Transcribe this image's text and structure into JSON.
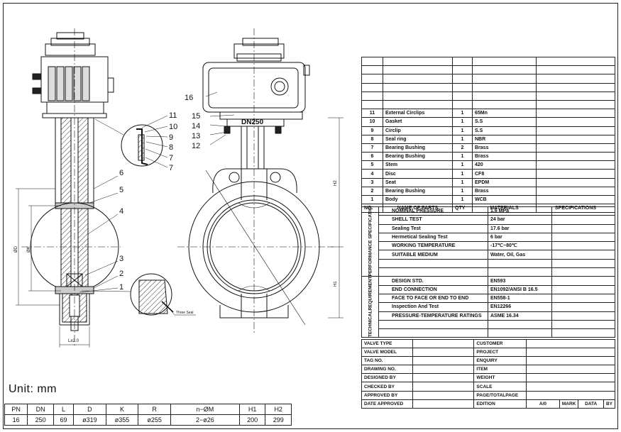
{
  "unit_label": "Unit: mm",
  "dimension_table": {
    "headers": [
      "PN",
      "DN",
      "L",
      "D",
      "K",
      "R",
      "n−ØM",
      "H1",
      "H2"
    ],
    "row": [
      "16",
      "250",
      "69",
      "ø319",
      "ø355",
      "ø255",
      "2−ø26",
      "200",
      "299"
    ]
  },
  "drawing": {
    "size_label": "DN250",
    "balloons_left": [
      "11",
      "10",
      "9",
      "8",
      "7",
      "7",
      "6",
      "5",
      "4",
      "3",
      "2",
      "1"
    ],
    "balloons_right": [
      "16",
      "15",
      "14",
      "13",
      "12"
    ],
    "dim_labels": {
      "od": "ØD",
      "ok": "ØK",
      "l": "L±2.0",
      "h1": "H1",
      "h2": "H2"
    },
    "callout_seal": "Three Seal"
  },
  "parts": {
    "blank_rows": 6,
    "rows": [
      [
        "11",
        "External Circlips",
        "1",
        "65Mn",
        ""
      ],
      [
        "10",
        "Gasket",
        "1",
        "S.S",
        ""
      ],
      [
        "9",
        "Circlip",
        "1",
        "S.S",
        ""
      ],
      [
        "8",
        "Seal ring",
        "1",
        "NBR",
        ""
      ],
      [
        "7",
        "Bearing Bushing",
        "2",
        "Brass",
        ""
      ],
      [
        "6",
        "Bearing Bushing",
        "1",
        "Brass",
        ""
      ],
      [
        "5",
        "Stem",
        "1",
        "420",
        ""
      ],
      [
        "4",
        "Disc",
        "1",
        "CF8",
        ""
      ],
      [
        "3",
        "Seat",
        "1",
        "EPDM",
        ""
      ],
      [
        "2",
        "Bearing Bushing",
        "1",
        "Brass",
        ""
      ],
      [
        "1",
        "Body",
        "1",
        "WCB",
        ""
      ]
    ],
    "header": [
      "NO.",
      "NAME OF PARTS",
      "QTY",
      "MATERIALS",
      "SPECIFICATIONS"
    ]
  },
  "performance": {
    "side_label": "PERFORMANCE SPECIFICATION",
    "rows": [
      [
        "NOMINAL PRESSURE",
        "1.6 MPa"
      ],
      [
        "SHELL TEST",
        "24 bar"
      ],
      [
        "Sealing Test",
        "17.6 bar"
      ],
      [
        "Hermetical Sealing Test",
        "6 bar"
      ],
      [
        "WORKING TEMPERATURE",
        "-17℃~80℃"
      ],
      [
        "SUITABLE MEDIUM",
        "Water, Oil, Gas"
      ],
      [
        "",
        ""
      ],
      [
        "",
        ""
      ]
    ]
  },
  "technical": {
    "side_label": "TECHNICALREQUIREMENTS",
    "rows": [
      [
        "DESIGN STD.",
        "EN593"
      ],
      [
        "END CONNECTION",
        "EN1092/ANSI B 16.5"
      ],
      [
        "FACE TO FACE OR END TO END",
        "EN558-1"
      ],
      [
        "Inspection And Test",
        "EN12266"
      ],
      [
        "PRESSURE-TEMPERATURE RATINGS",
        "ASME 16.34"
      ],
      [
        "",
        ""
      ],
      [
        "",
        ""
      ]
    ]
  },
  "title_block": {
    "row1": [
      "VALVE TYPE",
      "",
      "CUSTOMER",
      ""
    ],
    "row2": [
      "VALVE MODEL",
      "",
      "PROJECT",
      ""
    ],
    "row3": [
      "TAG NO.",
      "",
      "ENQUIRY",
      ""
    ],
    "row4": [
      "DRAWING NO.",
      "",
      "ITEM",
      ""
    ],
    "row5": [
      "DESIGNED BY",
      "",
      "WEIGHT",
      ""
    ],
    "row6": [
      "CHECKED BY",
      "",
      "SCALE",
      ""
    ],
    "row7": [
      "APPROVED BY",
      "",
      "PAGE/TOTALPAGE",
      ""
    ],
    "row8": [
      "DATE APPROVED",
      "",
      "EDITION",
      "A/0",
      "MARK",
      "DATA",
      "BY"
    ]
  }
}
